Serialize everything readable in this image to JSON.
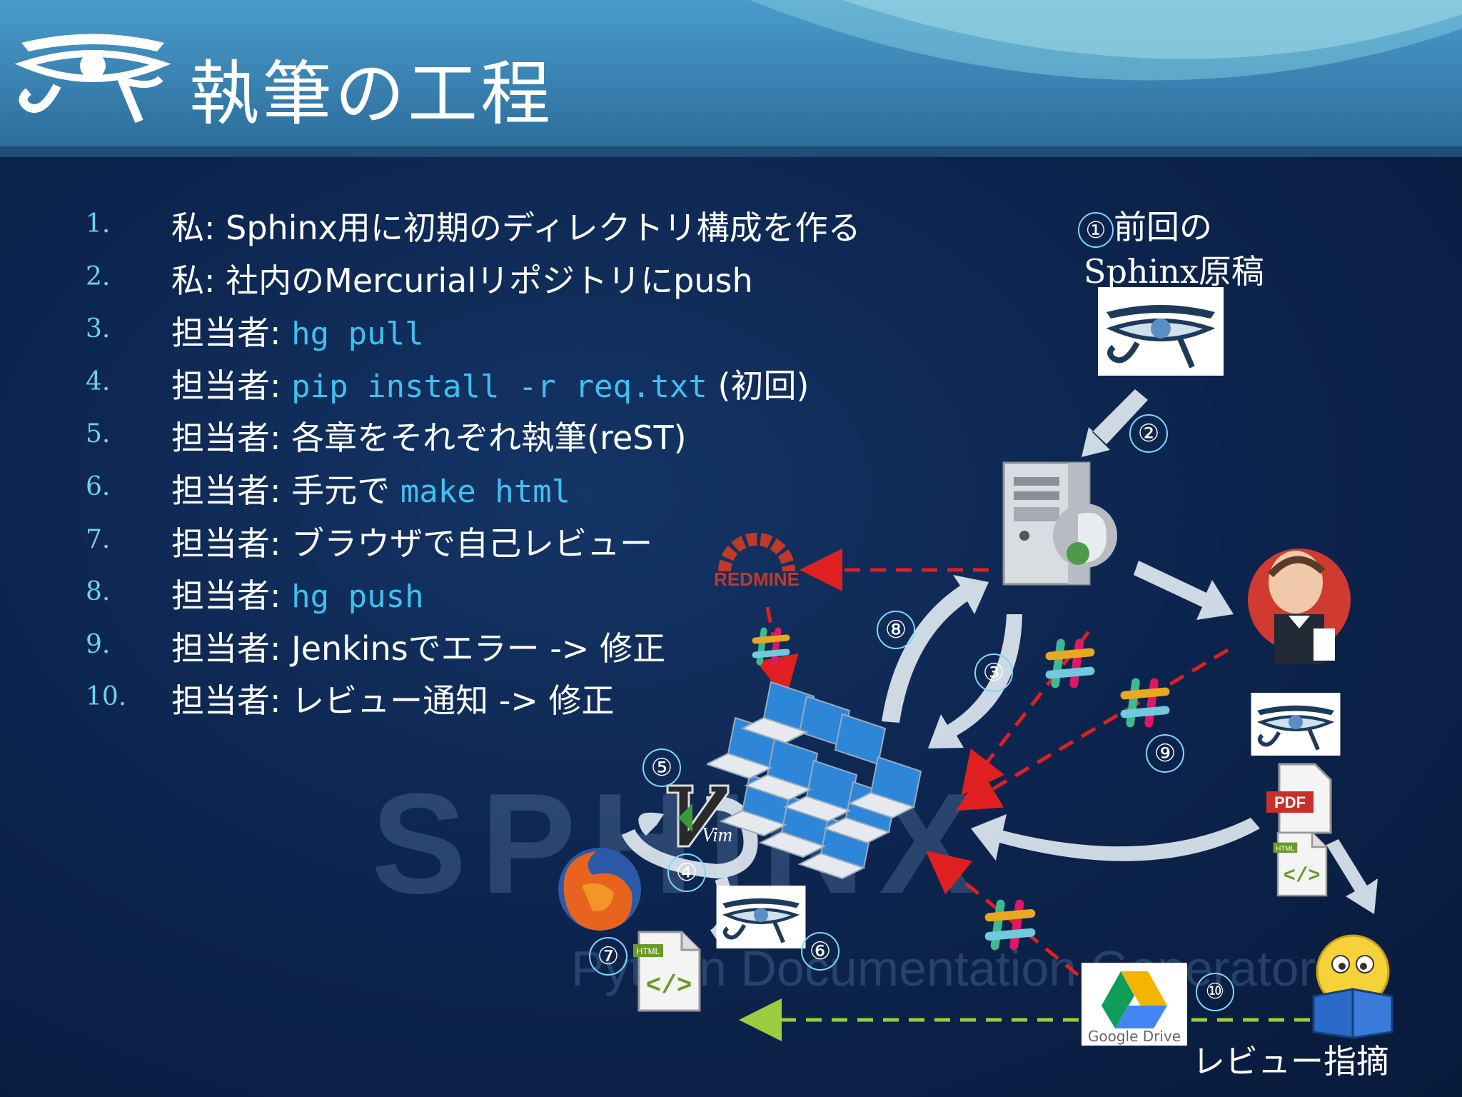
{
  "title": "執筆の工程",
  "steps": [
    {
      "num": "1.",
      "prefix": "私: ",
      "text": "Sphinx用に初期のディレクトリ構成を作る",
      "code": "",
      "suffix": ""
    },
    {
      "num": "2.",
      "prefix": "私: ",
      "text": "社内のMercurialリポジトリにpush",
      "code": "",
      "suffix": ""
    },
    {
      "num": "3.",
      "prefix": "担当者: ",
      "text": "",
      "code": "hg pull",
      "suffix": ""
    },
    {
      "num": "4.",
      "prefix": "担当者: ",
      "text": "",
      "code": "pip install -r req.txt",
      "suffix": " (初回)"
    },
    {
      "num": "5.",
      "prefix": "担当者: ",
      "text": "各章をそれぞれ執筆(reST)",
      "code": "",
      "suffix": ""
    },
    {
      "num": "6.",
      "prefix": "担当者: ",
      "text": "手元で ",
      "code": "make html",
      "suffix": ""
    },
    {
      "num": "7.",
      "prefix": "担当者: ",
      "text": "ブラウザで自己レビュー",
      "code": "",
      "suffix": ""
    },
    {
      "num": "8.",
      "prefix": "担当者: ",
      "text": "",
      "code": "hg push",
      "suffix": ""
    },
    {
      "num": "9.",
      "prefix": "担当者: ",
      "text": "Jenkinsでエラー -> 修正",
      "code": "",
      "suffix": ""
    },
    {
      "num": "10.",
      "prefix": "担当者: ",
      "text": "レビュー通知 -> 修正",
      "code": "",
      "suffix": ""
    }
  ],
  "diagram": {
    "previous_label_line1": "前回の",
    "previous_label_line2": "Sphinx原稿",
    "review_label": "レビュー指摘",
    "redmine_label": "REDMINE",
    "google_drive_label": "Google Drive",
    "pdf_label": "PDF",
    "html_label": "HTML",
    "vim_label": "Vim",
    "watermark_text": "SPHINX",
    "watermark_sub": "Python Documentation Generator",
    "markers": [
      "①",
      "②",
      "③",
      "④",
      "⑤",
      "⑥",
      "⑦",
      "⑧",
      "⑨",
      "⑩"
    ]
  },
  "colors": {
    "header_top": "#3a8bbf",
    "header_bottom": "#2d6f9d",
    "background": "#0d2650",
    "step_number": "#6fd0f2",
    "code_text": "#3fc0f0",
    "red_dashed": "#e02020",
    "green_dashed": "#9ccc40",
    "arrow_light": "#dfe8f0"
  }
}
